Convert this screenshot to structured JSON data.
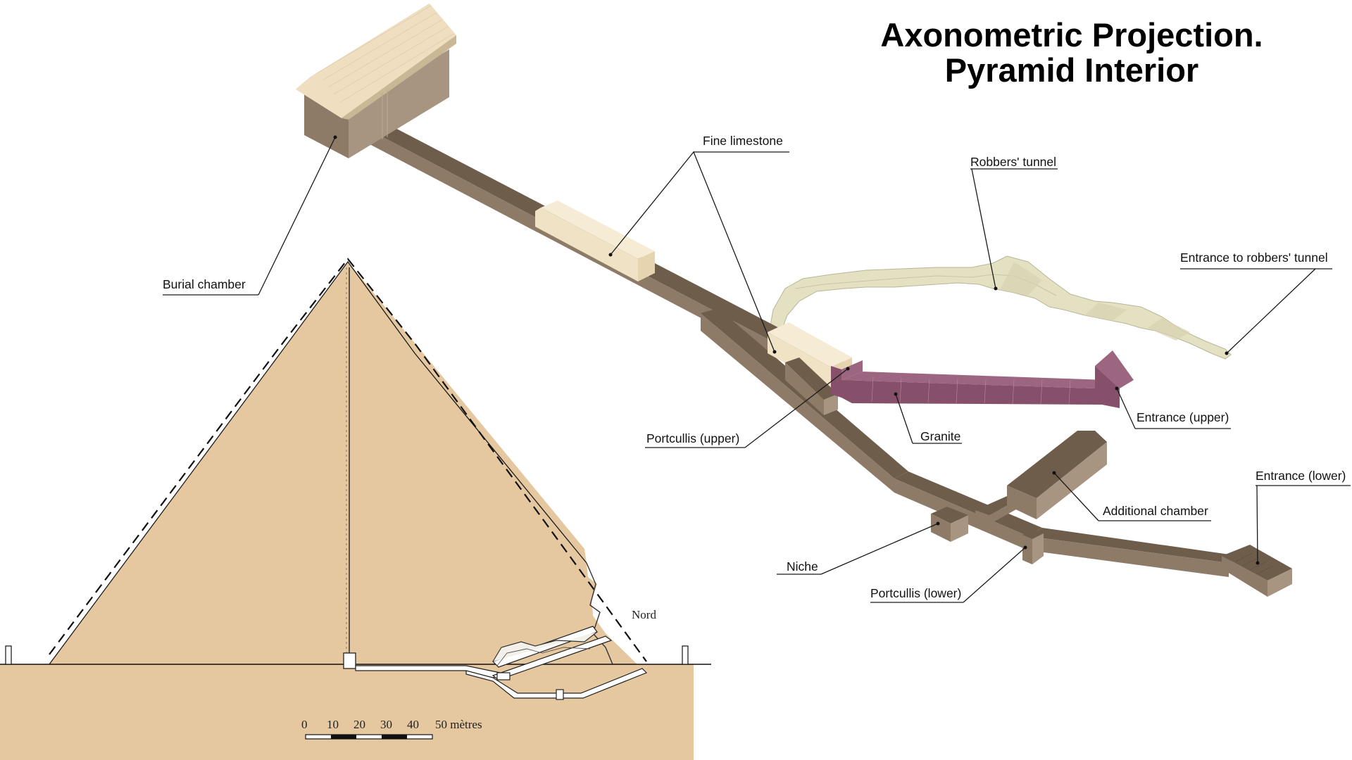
{
  "title": {
    "line1": "Axonometric Projection.",
    "line2": "Pyramid Interior"
  },
  "labels": {
    "fine_limestone": "Fine  limestone",
    "robbers_tunnel": "Robbers' tunnel",
    "entrance_robbers": "Entrance to robbers' tunnel",
    "burial_chamber": "Burial chamber",
    "portcullis_upper": "Portcullis (upper)",
    "granite": "Granite",
    "entrance_upper": "Entrance (upper)",
    "entrance_lower": "Entrance (lower)",
    "additional_chamber": "Additional chamber",
    "niche": "Niche",
    "portcullis_lower": "Portcullis (lower)"
  },
  "section": {
    "north_label": "Nord",
    "scale_ticks": [
      "0",
      "10",
      "20",
      "30",
      "40",
      "50 mètres"
    ]
  },
  "colors": {
    "tunnel": "#8d7b67",
    "tunnel_dark": "#6e5d4b",
    "tunnel_light": "#a79581",
    "limestone": "#f0e2c4",
    "granite": "#86506a",
    "robbers": "#e4e0c2",
    "pyramid_fill": "#e5c8a0"
  }
}
